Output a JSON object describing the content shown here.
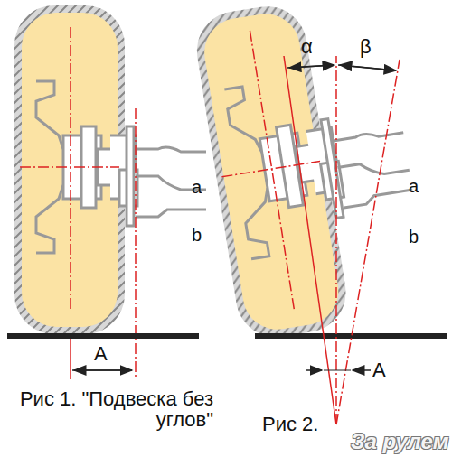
{
  "diagram": {
    "labels": [
      "a",
      "b",
      "A",
      "α",
      "β",
      "a",
      "b",
      "A",
      "Рис 1. \"Подвеска без углов\"",
      "Рис 2.",
      "За рулем"
    ]
  }
}
